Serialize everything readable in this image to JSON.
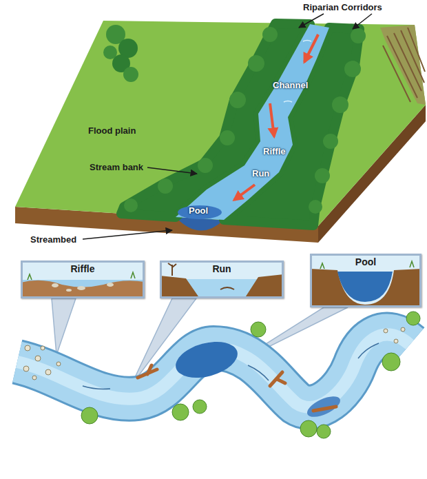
{
  "diagram": {
    "nodes": [
      {
        "text": [
          "Riffle"
        ]
      },
      {
        "text": [
          "Run"
        ]
      },
      {
        "text": [
          "Pool"
        ]
      }
    ],
    "labels": [
      "Riparian Corridors",
      "Channel",
      "Flood plain",
      "Riffle",
      "Run",
      "Stream bank",
      "Pool",
      "Streambed"
    ]
  }
}
